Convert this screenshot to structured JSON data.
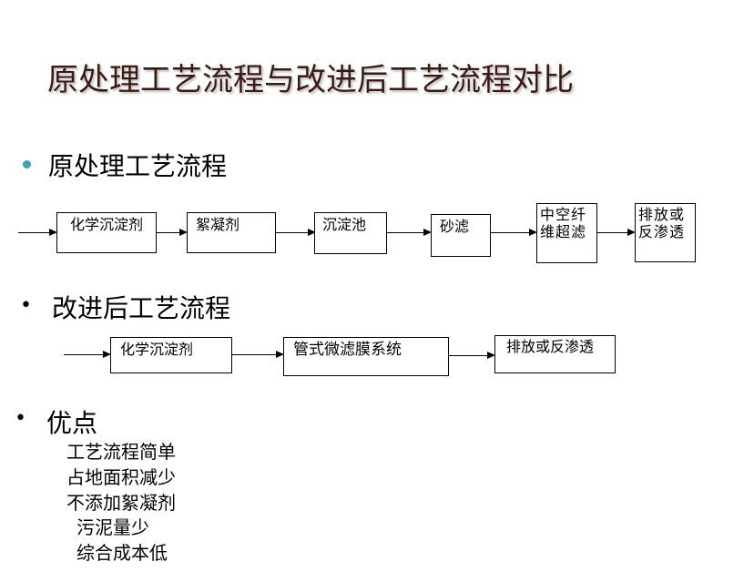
{
  "slide": {
    "title": "原处理工艺流程与改进后工艺流程对比",
    "section1": {
      "heading": "原处理工艺流程",
      "bullet_color": "#3ca0b8",
      "steps": [
        "化学沉淀剂",
        "絮凝剂",
        "沉淀池",
        "砂滤",
        "中空纤维超滤",
        "排放或反渗透"
      ]
    },
    "section2": {
      "heading": "改进后工艺流程",
      "steps": [
        "化学沉淀剂",
        "管式微滤膜系统",
        "排放或反渗透"
      ]
    },
    "section3": {
      "heading": "优点",
      "items": [
        "工艺流程简单",
        "占地面积减少",
        "不添加絮凝剂",
        "污泥量少",
        "综合成本低"
      ]
    }
  }
}
